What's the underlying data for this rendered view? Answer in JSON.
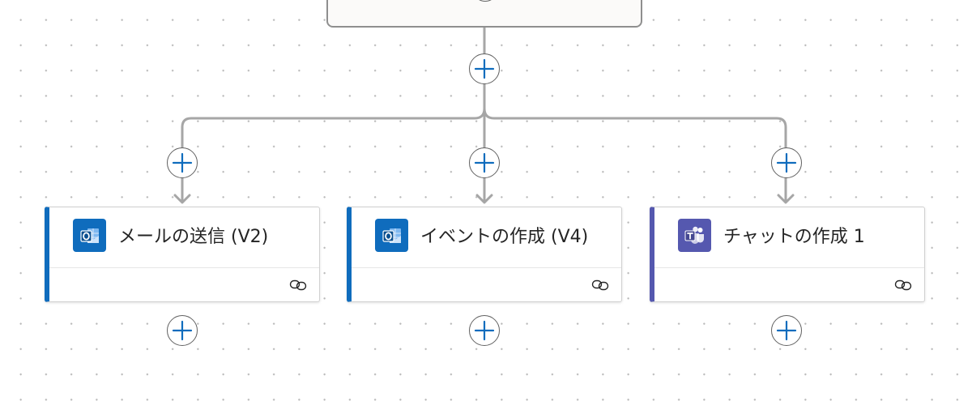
{
  "colors": {
    "outlook_blue": "#0f6cbd",
    "teams_purple": "#5558af",
    "plus_blue": "#0f6cbd",
    "connector_gray": "#a6a6a6",
    "card_border": "#d1d1d1",
    "text": "#242424"
  },
  "icons": {
    "add": "plus-icon",
    "outlook": "outlook-icon",
    "teams": "teams-icon",
    "connection": "link-icon"
  },
  "actions": [
    {
      "title": "メールの送信 (V2)",
      "connector": "outlook"
    },
    {
      "title": "イベントの作成 (V4)",
      "connector": "outlook"
    },
    {
      "title": "チャットの作成 1",
      "connector": "teams"
    }
  ]
}
